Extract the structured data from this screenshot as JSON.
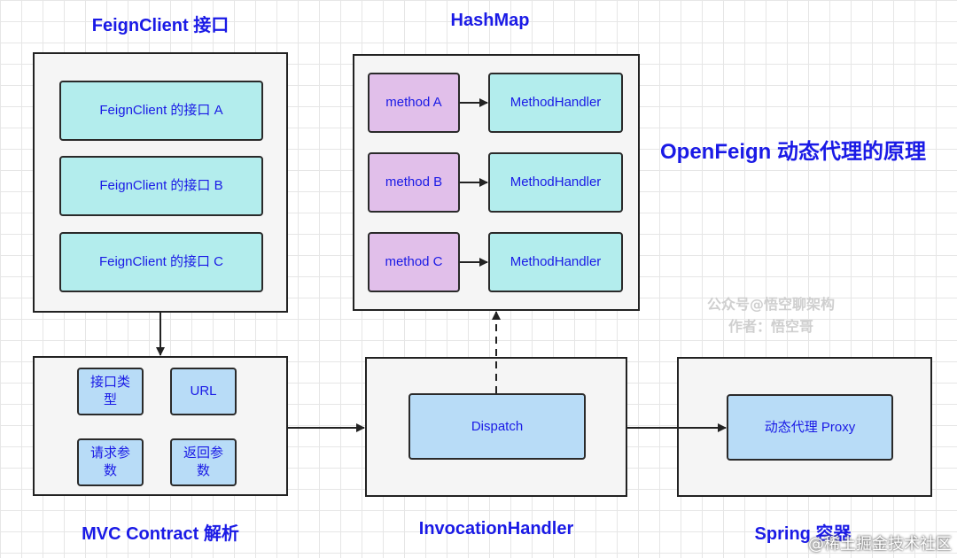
{
  "diagram": {
    "title": "OpenFeign 动态代理的原理",
    "groups": {
      "feign_clients": {
        "heading": "FeignClient 接口",
        "items": [
          "FeignClient 的接口 A",
          "FeignClient 的接口 B",
          "FeignClient 的接口 C"
        ]
      },
      "hashmap": {
        "heading": "HashMap",
        "methods": [
          "method A",
          "method B",
          "method C"
        ],
        "handlers": [
          "MethodHandler",
          "MethodHandler",
          "MethodHandler"
        ]
      },
      "mvc_contract": {
        "heading": "MVC Contract 解析",
        "items": [
          "接口类\n型",
          "URL",
          "请求参\n数",
          "返回参\n数"
        ]
      },
      "invocation_handler": {
        "heading": "InvocationHandler",
        "item": "Dispatch"
      },
      "spring_container": {
        "heading": "Spring 容器",
        "item": "动态代理 Proxy"
      }
    },
    "watermark": {
      "line1": "公众号@悟空聊架构",
      "line2": "作者：悟空哥"
    },
    "footer": "@稀土掘金技术社区",
    "colors": {
      "heading": "#1a1ae6",
      "interface_box": "#b3eded",
      "method_box": "#e1bfea",
      "contract_box": "#b8dcf7",
      "group_bg": "#f5f5f5"
    }
  }
}
